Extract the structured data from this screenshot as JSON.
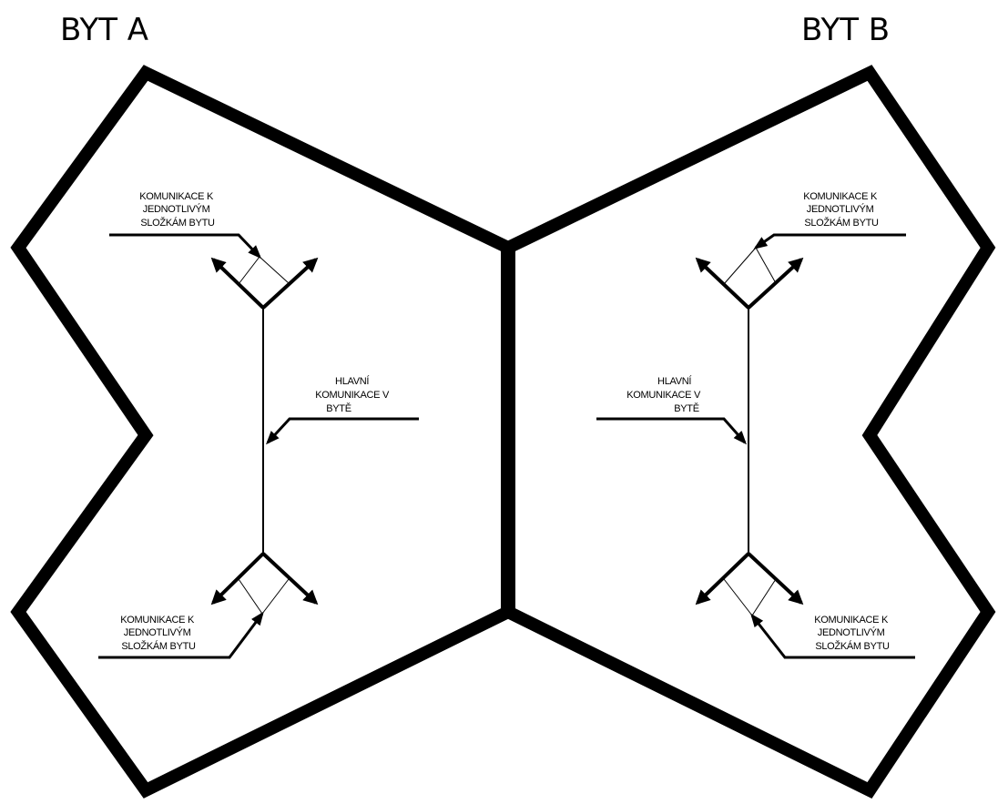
{
  "apartments": {
    "a": {
      "title": "BYT A",
      "label_top": [
        "KOMUNIKACE K",
        "JEDNOTLIVÝM",
        "SLOŽKÁM BYTU"
      ],
      "label_main": [
        "HLAVNÍ",
        "KOMUNIKACE V",
        "BYTĚ"
      ],
      "label_bottom": [
        "KOMUNIKACE K",
        "JEDNOTLIVÝM",
        "SLOŽKÁM BYTU"
      ]
    },
    "b": {
      "title": "BYT B",
      "label_top": [
        "KOMUNIKACE K",
        "JEDNOTLIVÝM",
        "SLOŽKÁM BYTU"
      ],
      "label_main": [
        "HLAVNÍ",
        "KOMUNIKACE V",
        "BYTĚ"
      ],
      "label_bottom": [
        "KOMUNIKACE K",
        "JEDNOTLIVÝM",
        "SLOŽKÁM BYTU"
      ]
    }
  },
  "colors": {
    "ink": "#000000",
    "paper": "#ffffff"
  }
}
